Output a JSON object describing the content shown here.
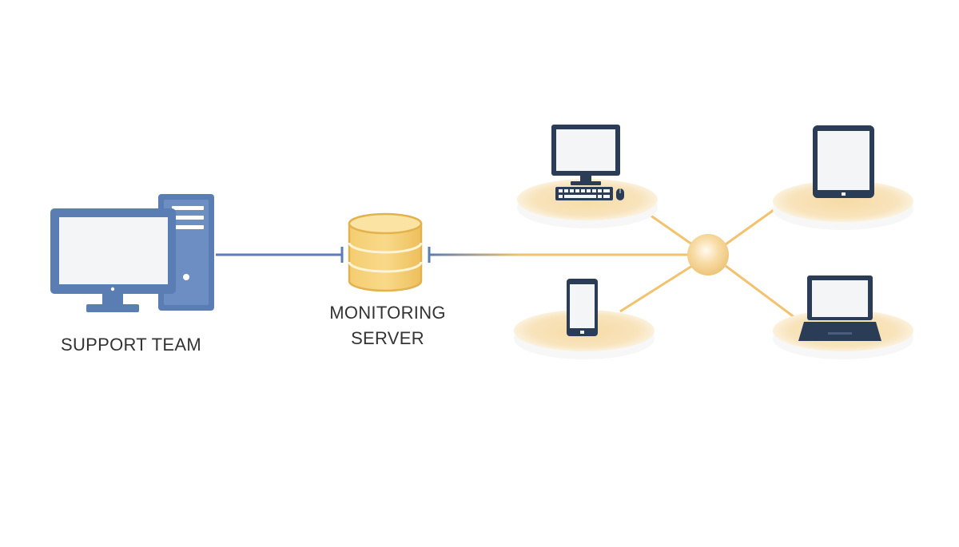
{
  "labels": {
    "support_team": "SUPPORT TEAM",
    "monitoring_server_line1": "MONITORING",
    "monitoring_server_line2": "SERVER"
  },
  "nodes": [
    {
      "id": "support-team",
      "icon": "desktop-computer-with-tower-icon"
    },
    {
      "id": "monitoring-server",
      "icon": "database-icon"
    },
    {
      "id": "hub",
      "icon": "network-hub-icon"
    },
    {
      "id": "endpoint-desktop",
      "icon": "desktop-computer-with-keyboard-icon"
    },
    {
      "id": "endpoint-tablet",
      "icon": "tablet-icon"
    },
    {
      "id": "endpoint-phone",
      "icon": "smartphone-icon"
    },
    {
      "id": "endpoint-laptop",
      "icon": "laptop-icon"
    }
  ],
  "colors": {
    "support_blue": "#5a7db3",
    "device_navy": "#2b3c57",
    "screen_fill": "#f4f5f7",
    "server_gold": "#f0c765",
    "connector_gold": "#f2c26e",
    "platform_gold": "#f6dba5",
    "label_text": "#333333"
  }
}
